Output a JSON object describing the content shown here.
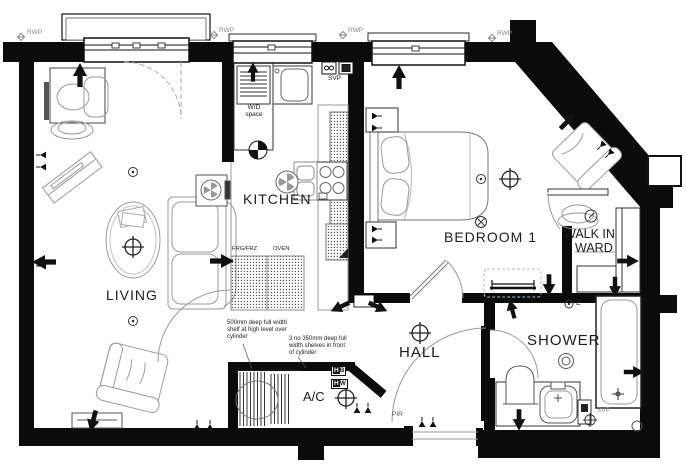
{
  "rooms": {
    "living": "LIVING",
    "kitchen": "KITCHEN",
    "bedroom": "BEDROOM 1",
    "walkin_line1": "WALK IN",
    "walkin_line2": "WARD",
    "hall": "HALL",
    "shower": "SHOWER",
    "ac": "A/C"
  },
  "labels": {
    "rwp": "RWP",
    "svp": "SVP",
    "wd_line1": "W/D",
    "wd_line2": "space",
    "frg_frz": "FRG/FRZ",
    "oven": "OVEN",
    "pir": "PIR",
    "extract": "E",
    "hb": "HB",
    "hw": "HW",
    "note_shelf": "500mm deep full width shelf at high level over cylinder",
    "note_shelves": "3 no 350mm deep full width shelves in front of cylinder"
  },
  "colors": {
    "wall": "#0b0b0b",
    "furniture_outline": "#9b9b9b",
    "fixture_outline": "#555555",
    "annotation_gray": "#888888",
    "radiator_dashed": "#a9bccb",
    "text": "#1c1c1c"
  }
}
